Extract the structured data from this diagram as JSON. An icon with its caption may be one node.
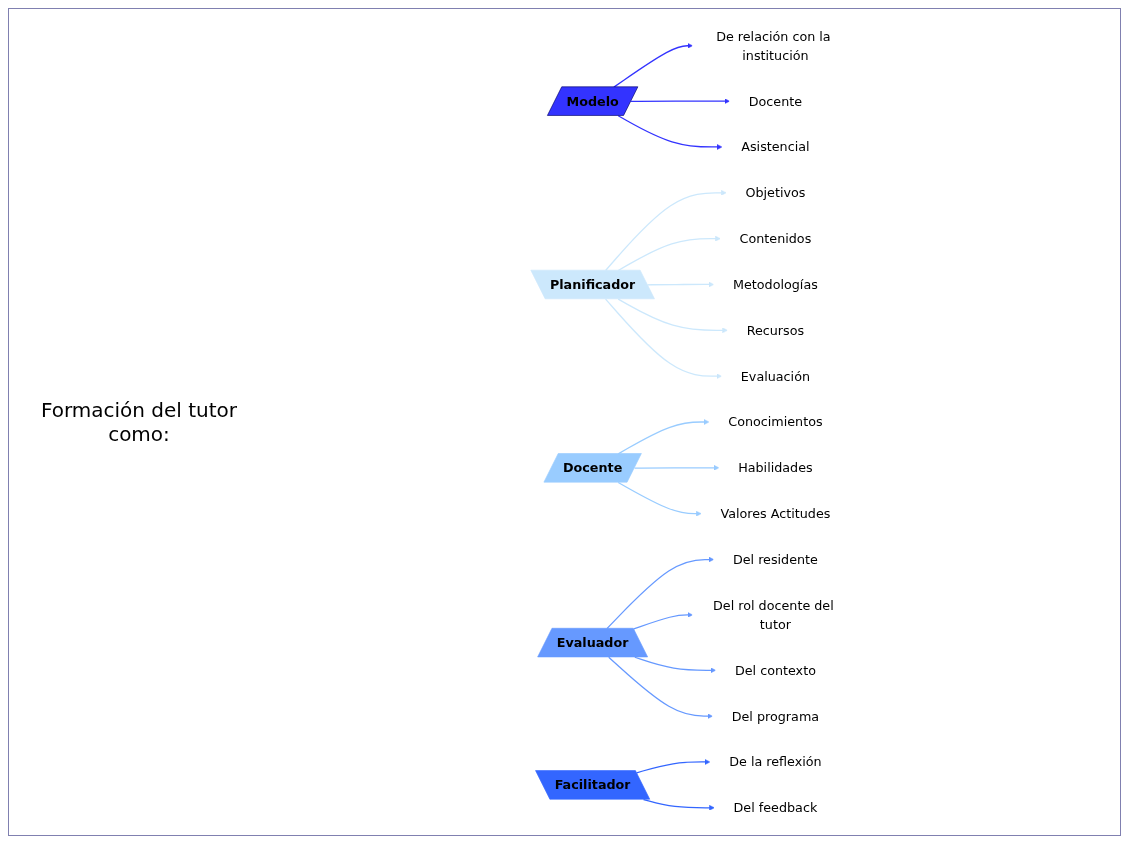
{
  "diagram": {
    "nodes": [
      {
        "text": [
          "Modelo"
        ]
      },
      {
        "text": [
          "Planificador"
        ]
      },
      {
        "text": [
          "Docente"
        ]
      },
      {
        "text": [
          "Evaluador"
        ]
      },
      {
        "text": [
          "Facilitador"
        ]
      },
      {
        "text": [
          "De relación con la institución"
        ]
      },
      {
        "text": [
          "Docente"
        ]
      },
      {
        "text": [
          "Asistencial"
        ]
      },
      {
        "text": [
          "Objetivos"
        ]
      },
      {
        "text": [
          "Contenidos"
        ]
      },
      {
        "text": [
          "Metodologías"
        ]
      },
      {
        "text": [
          "Recursos"
        ]
      },
      {
        "text": [
          "Evaluación"
        ]
      },
      {
        "text": [
          "Conocimientos"
        ]
      },
      {
        "text": [
          "Habilidades"
        ]
      },
      {
        "text": [
          "Valores Actitudes"
        ]
      },
      {
        "text": [
          "Del residente"
        ]
      },
      {
        "text": [
          "Del rol docente del tutor"
        ]
      },
      {
        "text": [
          "Del contexto"
        ]
      },
      {
        "text": [
          "Del programa"
        ]
      },
      {
        "text": [
          "De la reflexión"
        ]
      },
      {
        "text": [
          "Del feedback"
        ]
      }
    ],
    "edges": [
      {
        "from": 0,
        "to": 5,
        "arrow": "to",
        "color": "#3333ff"
      },
      {
        "from": 0,
        "to": 6,
        "arrow": "to",
        "color": "#3333ff"
      },
      {
        "from": 0,
        "to": 7,
        "arrow": "to",
        "color": "#3333ff"
      },
      {
        "from": 1,
        "to": 8,
        "arrow": "to",
        "color": "#cce8fc"
      },
      {
        "from": 1,
        "to": 9,
        "arrow": "to",
        "color": "#cce8fc"
      },
      {
        "from": 1,
        "to": 10,
        "arrow": "to",
        "color": "#cce8fc"
      },
      {
        "from": 1,
        "to": 11,
        "arrow": "to",
        "color": "#cce8fc"
      },
      {
        "from": 1,
        "to": 12,
        "arrow": "to",
        "color": "#cce8fc"
      },
      {
        "from": 2,
        "to": 13,
        "arrow": "to",
        "color": "#99ccff"
      },
      {
        "from": 2,
        "to": 14,
        "arrow": "to",
        "color": "#99ccff"
      },
      {
        "from": 2,
        "to": 15,
        "arrow": "to",
        "color": "#99ccff"
      },
      {
        "from": 3,
        "to": 16,
        "arrow": "to",
        "color": "#6699ff"
      },
      {
        "from": 3,
        "to": 17,
        "arrow": "to",
        "color": "#6699ff"
      },
      {
        "from": 3,
        "to": 18,
        "arrow": "to",
        "color": "#6699ff"
      },
      {
        "from": 3,
        "to": 19,
        "arrow": "to",
        "color": "#6699ff"
      },
      {
        "from": 4,
        "to": 20,
        "arrow": "to",
        "color": "#3366ff"
      },
      {
        "from": 4,
        "to": 21,
        "arrow": "to",
        "color": "#3366ff"
      }
    ],
    "labels": [
      "Formación del tutor como:"
    ]
  }
}
